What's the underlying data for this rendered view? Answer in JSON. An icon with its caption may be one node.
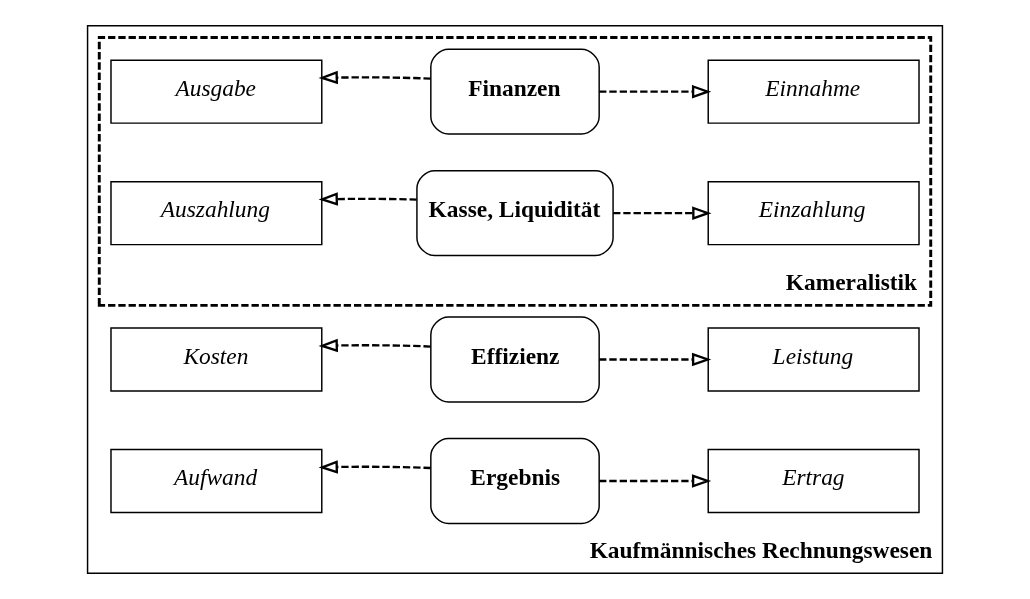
{
  "diagram": {
    "nodes": [
      {
        "text": [
          "Kaufmännisches Rechnungswesen"
        ]
      },
      {
        "text": [
          "Effizienz"
        ],
        "in": 0
      },
      {
        "text": [
          "Kosten"
        ],
        "in": 0
      },
      {
        "text": [
          "Leistung"
        ],
        "in": 0
      },
      {
        "text": [
          "Ergebnis"
        ],
        "in": 0
      },
      {
        "text": [
          "Aufwand"
        ],
        "in": 0
      },
      {
        "text": [
          "Ertrag"
        ],
        "in": 0
      },
      {
        "text": [
          "Kameralistik"
        ],
        "in": 0
      },
      {
        "text": [
          "Finanzen"
        ],
        "in": 7
      },
      {
        "text": [
          "Ausgabe"
        ],
        "in": 7
      },
      {
        "text": [
          "Einnahme"
        ],
        "in": 7
      },
      {
        "text": [
          "Kasse, Liquidität"
        ],
        "in": 7
      },
      {
        "text": [
          "Auszahlung"
        ],
        "in": 7
      },
      {
        "text": [
          "Einzahlung"
        ],
        "in": 7
      }
    ],
    "edges": [
      {
        "from": 1,
        "to": 2,
        "arrow": "to",
        "style": "dashed"
      },
      {
        "from": 1,
        "to": 3,
        "arrow": "to",
        "style": "dashed"
      },
      {
        "from": 4,
        "to": 5,
        "arrow": "to",
        "style": "dashed"
      },
      {
        "from": 4,
        "to": 6,
        "arrow": "to",
        "style": "dashed"
      },
      {
        "from": 8,
        "to": 9,
        "arrow": "to",
        "style": "dashed"
      },
      {
        "from": 8,
        "to": 10,
        "arrow": "to",
        "style": "dashed"
      },
      {
        "from": 11,
        "to": 12,
        "arrow": "to",
        "style": "dashed"
      },
      {
        "from": 11,
        "to": 13,
        "arrow": "to",
        "style": "dashed"
      }
    ]
  }
}
